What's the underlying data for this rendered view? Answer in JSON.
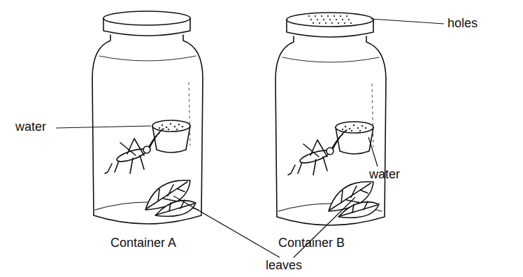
{
  "diagram": {
    "labels": [
      "water",
      "Container A",
      "holes",
      "water",
      "Container B",
      "leaves"
    ]
  }
}
